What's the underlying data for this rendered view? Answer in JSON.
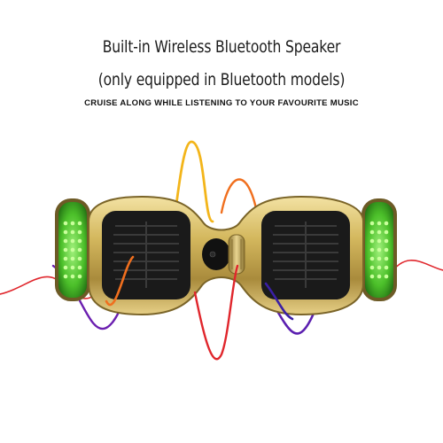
{
  "headline": {
    "line1": "Built-in Wireless Bluetooth Speaker",
    "line2": "(only equipped in Bluetooth models)"
  },
  "subtitle": "CRUISE ALONG WHILE LISTENING TO YOUR FAVOURITE MUSIC",
  "colors": {
    "body_gold": "#d4b85e",
    "body_gold_dark": "#8a7230",
    "pad_black": "#1a1a1a",
    "wheel_green": "#5fd43a",
    "wave_yellow": "#f3b51a",
    "wave_orange": "#f06f1e",
    "wave_red": "#e0262c",
    "wave_purple": "#6b1fb0",
    "wave_blue": "#3a1fa5"
  },
  "icons": [
    "hoverboard-image",
    "sound-wave-graphic"
  ]
}
